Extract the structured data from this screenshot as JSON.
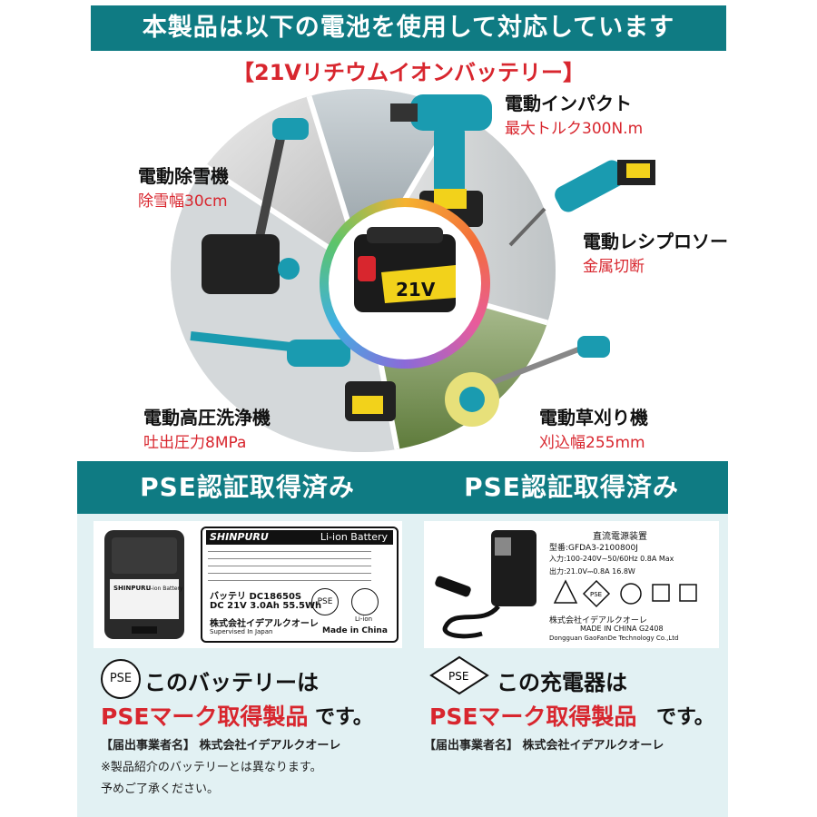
{
  "header": {
    "banner": "本製品は以下の電池を使用して対応しています",
    "subtitle": "【21Vリチウムイオンバッテリー】"
  },
  "tools": [
    {
      "name": "電動インパクト",
      "spec": "最大トルク300N.m"
    },
    {
      "name": "電動除雪機",
      "spec": "除雪幅30cm"
    },
    {
      "name": "電動レシプロソー",
      "spec": "金属切断"
    },
    {
      "name": "電動高圧洗浄機",
      "spec": "吐出圧力8MPa"
    },
    {
      "name": "電動草刈り機",
      "spec": "刈込幅255mm"
    }
  ],
  "center_battery": {
    "voltage": "21V"
  },
  "panels": {
    "battery": {
      "heading": "PSE認証取得済み",
      "label": {
        "brand": "SHINPURU",
        "type": "Li-ion Battery",
        "model": "バッテリ DC18650S",
        "rating": "DC 21V 3.0Ah 55.5Wh",
        "company": "株式会社イデアルクオーレ",
        "supervised": "Supervised In Japan",
        "made": "Made in China",
        "recycle": "Li-ion",
        "pse_mark": "PSE"
      },
      "pack_brand": "SHINPURU",
      "pack_type": "Li-ion Battery",
      "statement_1": "このバッテリーは",
      "statement_red": "PSEマーク取得製品",
      "statement_end": "です。",
      "notifier": "【届出事業者名】 株式会社イデアルクオーレ",
      "note_1": "※製品紹介のバッテリーとは異なります。",
      "note_2": "予めご了承ください。"
    },
    "charger": {
      "heading": "PSE認証取得済み",
      "label": {
        "title": "直流電源装置",
        "model": "型番:GFDA3-2100800J",
        "input": "入力:100-240V~50/60Hz 0.8A Max",
        "output": "出力:21.0V⎓0.8A      16.8W",
        "company": "株式会社イデアルクオーレ",
        "made": "MADE IN CHINA   G2408",
        "maker": "Dongguan GaoFanDe Technology Co.,Ltd",
        "pse_mark": "PSE"
      },
      "statement_1": "この充電器は",
      "statement_red": "PSEマーク取得製品",
      "statement_end": "です。",
      "notifier": "【届出事業者名】 株式会社イデアルクオーレ"
    }
  },
  "colors": {
    "teal": "#0f7b83",
    "red": "#d8262e",
    "panel_bg": "#e2f1f3",
    "tool_body": "#1a9bb0"
  }
}
